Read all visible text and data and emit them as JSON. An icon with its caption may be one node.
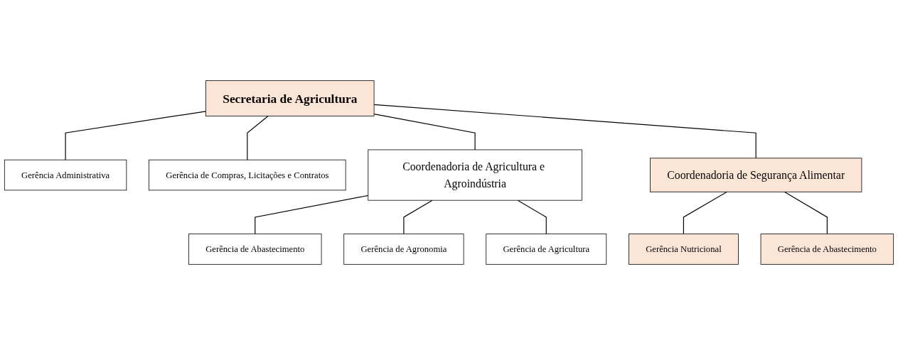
{
  "diagram": {
    "nodes": [
      {
        "text": [
          "Secretaria de Agricultura"
        ]
      },
      {
        "text": [
          "Gerência Administrativa"
        ]
      },
      {
        "text": [
          "Gerência de Compras, Licitações e Contratos"
        ]
      },
      {
        "text": [
          "Coordenadoria de Agricultura e Agroindústria"
        ]
      },
      {
        "text": [
          "Coordenadoria de Segurança Alimentar"
        ]
      },
      {
        "text": [
          "Gerência de Abastecimento"
        ]
      },
      {
        "text": [
          "Gerência de Agronomia"
        ]
      },
      {
        "text": [
          "Gerência de Agricultura"
        ]
      },
      {
        "text": [
          "Gerência Nutricional"
        ]
      },
      {
        "text": [
          "Gerência de Abastecimento"
        ]
      }
    ],
    "edges": [
      {
        "from": 0,
        "to": 1,
        "arrow": "none"
      },
      {
        "from": 0,
        "to": 2,
        "arrow": "none"
      },
      {
        "from": 0,
        "to": 3,
        "arrow": "none"
      },
      {
        "from": 0,
        "to": 4,
        "arrow": "none"
      },
      {
        "from": 3,
        "to": 5,
        "arrow": "none"
      },
      {
        "from": 3,
        "to": 6,
        "arrow": "none"
      },
      {
        "from": 3,
        "to": 7,
        "arrow": "none"
      },
      {
        "from": 4,
        "to": 8,
        "arrow": "none"
      },
      {
        "from": 4,
        "to": 9,
        "arrow": "none"
      }
    ]
  }
}
